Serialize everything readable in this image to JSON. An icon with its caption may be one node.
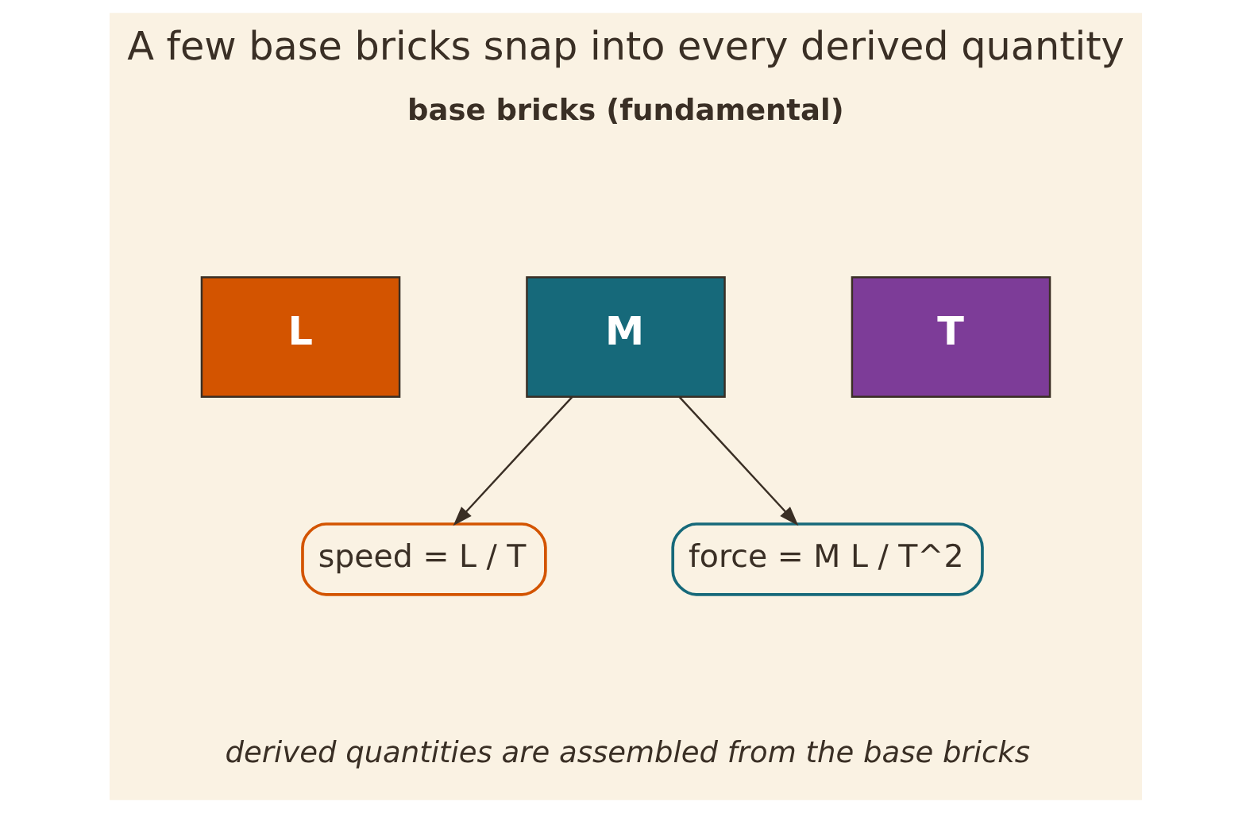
{
  "diagram": {
    "title": "A few base bricks snap into every derived quantity",
    "nodes": [
      {
        "text": [
          "L"
        ]
      },
      {
        "text": [
          "M"
        ]
      },
      {
        "text": [
          "T"
        ]
      },
      {
        "text": [
          "speed = L / T"
        ]
      },
      {
        "text": [
          "force = M L / T^2"
        ]
      }
    ],
    "edges": [
      {
        "from": 1,
        "to": 3,
        "arrow": "to"
      },
      {
        "from": 1,
        "to": 4,
        "arrow": "to"
      }
    ],
    "labels": [
      "base bricks (fundamental)",
      "derived quantities are assembled from the base bricks"
    ]
  }
}
